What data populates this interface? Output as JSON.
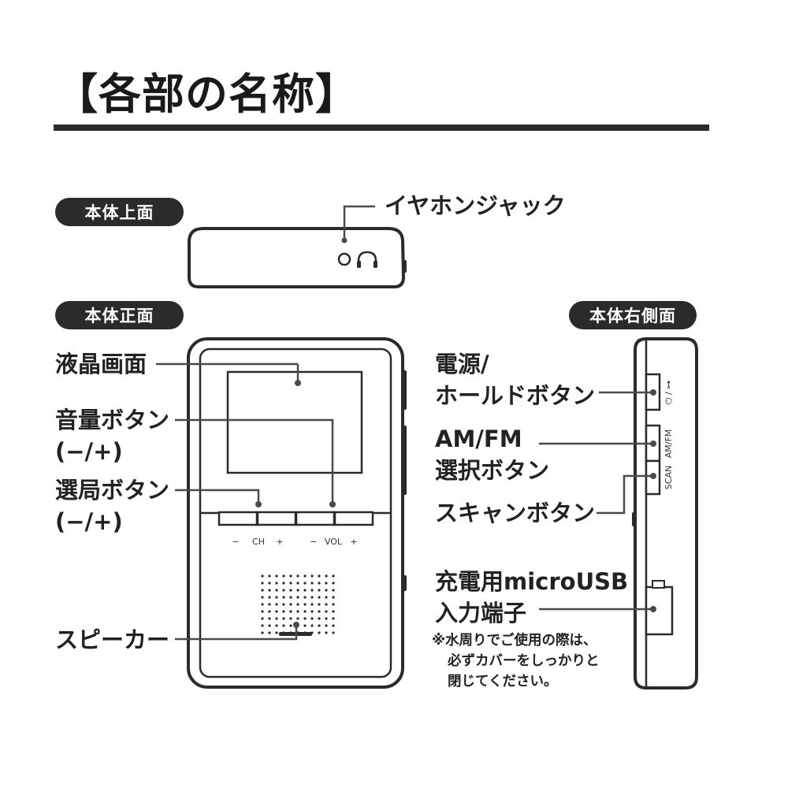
{
  "title": "【各部の名称】",
  "sections": {
    "top": "本体上面",
    "front": "本体正面",
    "right_side": "本体右側面"
  },
  "labels": {
    "earphone_jack": "イヤホンジャック",
    "lcd_screen": "液晶画面",
    "volume_button": [
      "音量ボタン",
      "(−/+)"
    ],
    "tuning_button": [
      "選局ボタン",
      "(−/+)"
    ],
    "speaker": "スピーカー",
    "power_hold_button": [
      "電源/",
      "ホールドボタン"
    ],
    "amfm_button": [
      "AM/FM",
      "選択ボタン"
    ],
    "scan_button": "スキャンボタン",
    "usb_port": [
      "充電用microUSB",
      "入力端子"
    ]
  },
  "note": [
    "※水周りでご使用の際は、",
    "必ずカバーをしっかりと",
    "閉じてください。"
  ],
  "device_print": {
    "minus": "−",
    "plus": "+",
    "ch": "CH",
    "vol": "VOL",
    "power_hold": "⏻ / ⊶",
    "amfm": "AM/FM",
    "scan": "SCAN"
  },
  "colors": {
    "ink": "#222222",
    "pill": "#2b2b2b",
    "leader": "#4a4a4a"
  }
}
